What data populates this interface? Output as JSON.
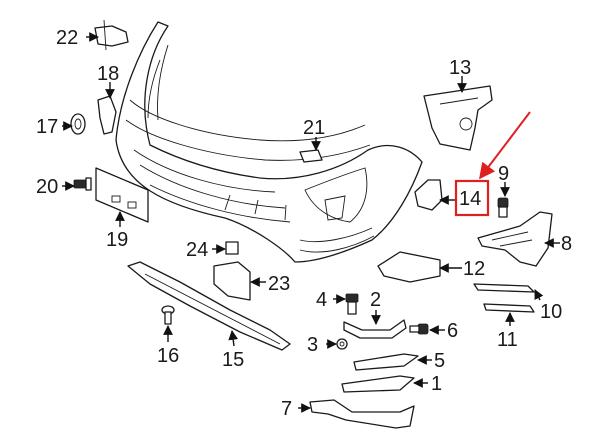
{
  "diagram": {
    "highlight_color": "#e02020",
    "highlighted_part": "14",
    "callouts": [
      {
        "id": "1",
        "label": "1"
      },
      {
        "id": "2",
        "label": "2"
      },
      {
        "id": "3",
        "label": "3"
      },
      {
        "id": "4",
        "label": "4"
      },
      {
        "id": "5",
        "label": "5"
      },
      {
        "id": "6",
        "label": "6"
      },
      {
        "id": "7",
        "label": "7"
      },
      {
        "id": "8",
        "label": "8"
      },
      {
        "id": "9",
        "label": "9"
      },
      {
        "id": "10",
        "label": "10"
      },
      {
        "id": "11",
        "label": "11"
      },
      {
        "id": "12",
        "label": "12"
      },
      {
        "id": "13",
        "label": "13"
      },
      {
        "id": "14",
        "label": "14"
      },
      {
        "id": "15",
        "label": "15"
      },
      {
        "id": "16",
        "label": "16"
      },
      {
        "id": "17",
        "label": "17"
      },
      {
        "id": "18",
        "label": "18"
      },
      {
        "id": "19",
        "label": "19"
      },
      {
        "id": "20",
        "label": "20"
      },
      {
        "id": "21",
        "label": "21"
      },
      {
        "id": "22",
        "label": "22"
      },
      {
        "id": "23",
        "label": "23"
      },
      {
        "id": "24",
        "label": "24"
      }
    ]
  }
}
